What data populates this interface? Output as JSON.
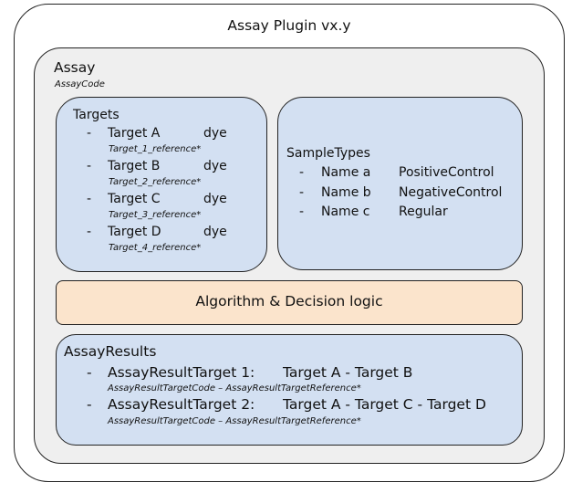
{
  "plugin": {
    "title": "Assay Plugin vx.y"
  },
  "assay": {
    "title": "Assay",
    "code": "AssayCode"
  },
  "targets": {
    "title": "Targets",
    "items": [
      {
        "bullet": "-",
        "name": "Target A",
        "dye": "dye",
        "reference": "Target_1_reference*"
      },
      {
        "bullet": "-",
        "name": "Target B",
        "dye": "dye",
        "reference": "Target_2_reference*"
      },
      {
        "bullet": "-",
        "name": "Target C",
        "dye": "dye",
        "reference": "Target_3_reference*"
      },
      {
        "bullet": "-",
        "name": "Target D",
        "dye": "dye",
        "reference": "Target_4_reference*"
      }
    ]
  },
  "sample_types": {
    "title": "SampleTypes",
    "items": [
      {
        "bullet": "-",
        "name": "Name a",
        "type": "PositiveControl"
      },
      {
        "bullet": "-",
        "name": "Name b",
        "type": "NegativeControl"
      },
      {
        "bullet": "-",
        "name": "Name c",
        "type": "Regular"
      }
    ]
  },
  "algorithm": {
    "label": "Algorithm & Decision logic"
  },
  "results": {
    "title": "AssayResults",
    "items": [
      {
        "bullet": "-",
        "name": "AssayResultTarget 1:",
        "targets": "Target A - Target B",
        "reference": "AssayResultTargetCode – AssayResultTargetReference*"
      },
      {
        "bullet": "-",
        "name": "AssayResultTarget 2:",
        "targets": "Target A - Target C - Target D",
        "reference": "AssayResultTargetCode – AssayResultTargetReference*"
      }
    ]
  }
}
